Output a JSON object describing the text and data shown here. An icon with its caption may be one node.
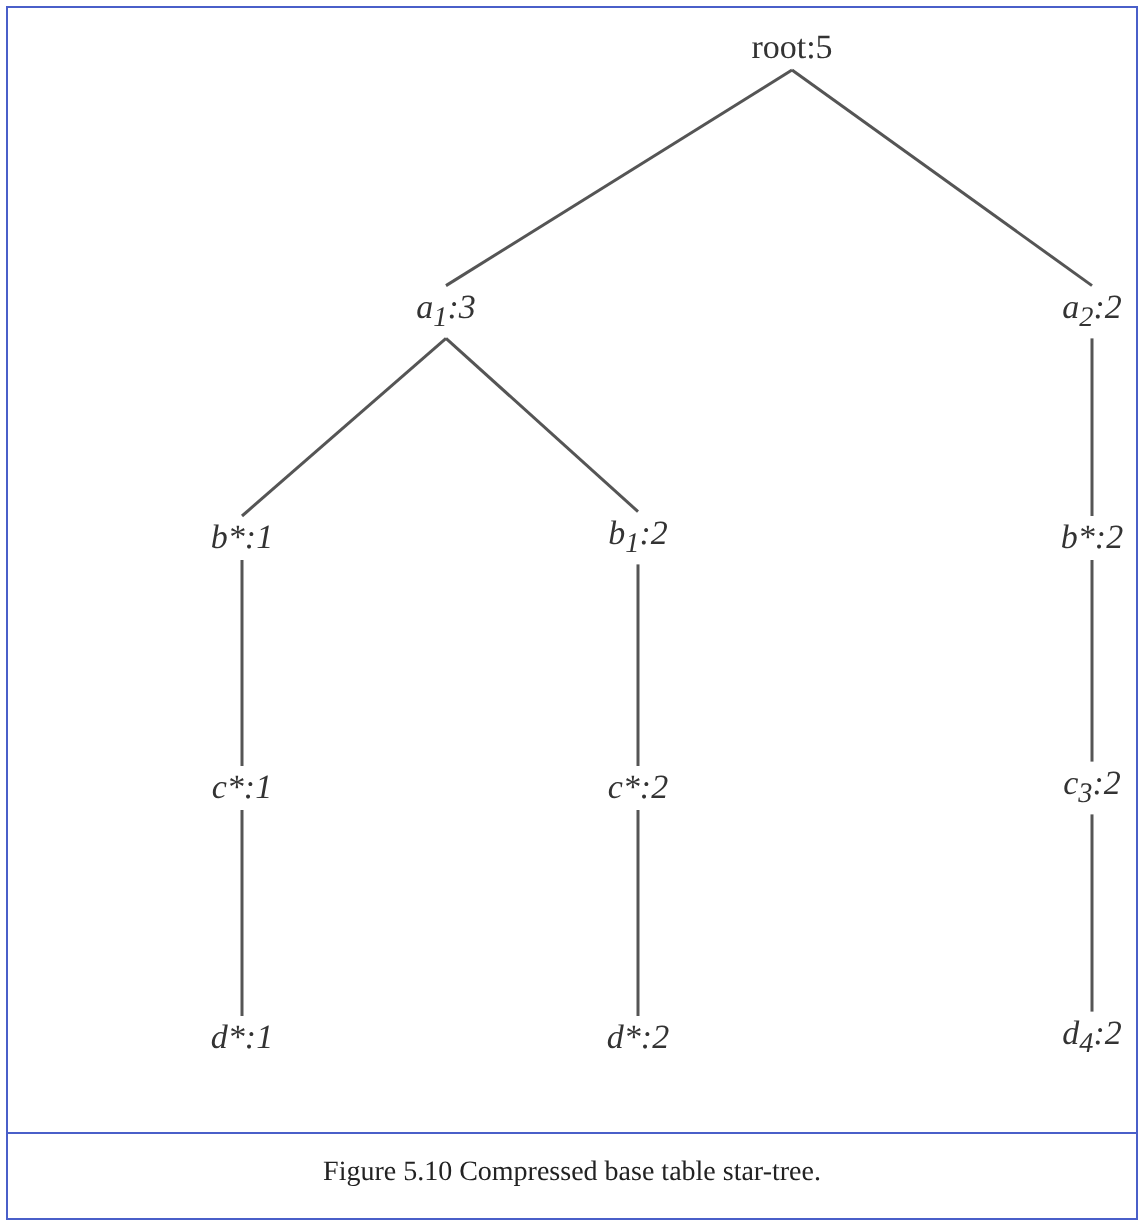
{
  "diagram": {
    "caption": "Figure 5.10 Compressed base table star-tree.",
    "nodes": [
      {
        "text": [
          "root:5"
        ]
      },
      {
        "text": [
          "a$_{1}$:3"
        ]
      },
      {
        "text": [
          "a$_{2}$:2"
        ]
      },
      {
        "text": [
          "b*:1"
        ]
      },
      {
        "text": [
          "b$_{1}$:2"
        ]
      },
      {
        "text": [
          "b*:2"
        ]
      },
      {
        "text": [
          "c*:1"
        ]
      },
      {
        "text": [
          "c*:2"
        ]
      },
      {
        "text": [
          "c$_{3}$:2"
        ]
      },
      {
        "text": [
          "d*:1"
        ]
      },
      {
        "text": [
          "d*:2"
        ]
      },
      {
        "text": [
          "d$_{4}$:2"
        ]
      }
    ],
    "edges": [
      {
        "from": 0,
        "to": 1,
        "arrow": "none"
      },
      {
        "from": 0,
        "to": 2,
        "arrow": "none"
      },
      {
        "from": 1,
        "to": 3,
        "arrow": "none"
      },
      {
        "from": 1,
        "to": 4,
        "arrow": "none"
      },
      {
        "from": 2,
        "to": 5,
        "arrow": "none"
      },
      {
        "from": 3,
        "to": 6,
        "arrow": "none"
      },
      {
        "from": 4,
        "to": 7,
        "arrow": "none"
      },
      {
        "from": 5,
        "to": 8,
        "arrow": "none"
      },
      {
        "from": 6,
        "to": 9,
        "arrow": "none"
      },
      {
        "from": 7,
        "to": 10,
        "arrow": "none"
      },
      {
        "from": 8,
        "to": 11,
        "arrow": "none"
      }
    ]
  }
}
